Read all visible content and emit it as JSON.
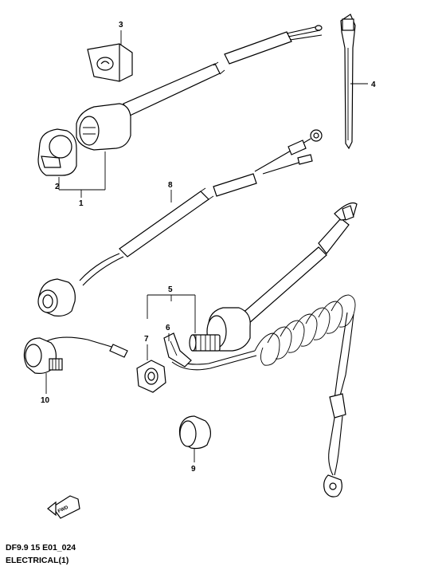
{
  "diagram": {
    "callouts": [
      {
        "id": "1",
        "label": "1"
      },
      {
        "id": "2",
        "label": "2"
      },
      {
        "id": "3",
        "label": "3"
      },
      {
        "id": "4",
        "label": "4"
      },
      {
        "id": "5",
        "label": "5"
      },
      {
        "id": "6",
        "label": "6"
      },
      {
        "id": "7",
        "label": "7"
      },
      {
        "id": "8",
        "label": "8"
      },
      {
        "id": "9",
        "label": "9"
      },
      {
        "id": "10",
        "label": "10"
      }
    ],
    "fwd_badge": "FWD"
  },
  "footer": {
    "code": "DF9.9 15 E01_024",
    "section": "ELECTRICAL(1)"
  }
}
